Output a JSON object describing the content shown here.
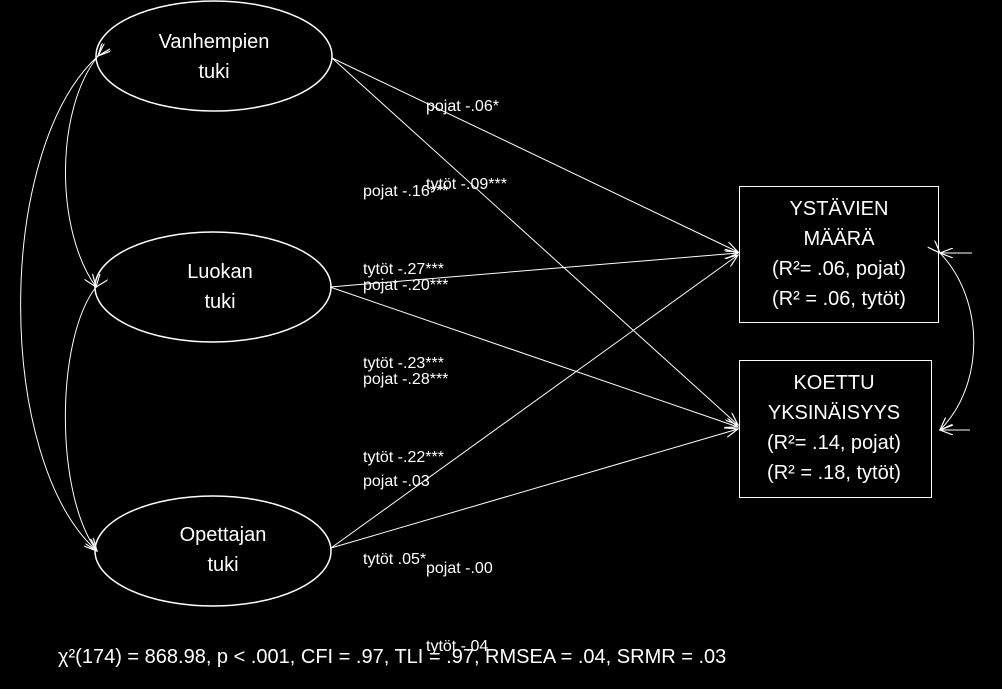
{
  "nodes": {
    "parents": {
      "line1": "Vanhempien",
      "line2": "tuki"
    },
    "class": {
      "line1": "Luokan",
      "line2": "tuki"
    },
    "teacher": {
      "line1": "Opettajan",
      "line2": "tuki"
    },
    "friends": {
      "line1": "YSTÄVIEN",
      "line2": "MÄÄRÄ",
      "line3": "(R²= .06, pojat)",
      "line4": "(R² = .06, tytöt)"
    },
    "loneliness": {
      "line1": "KOETTU",
      "line2": "YKSINÄISYYS",
      "line3": "(R²= .14, pojat)",
      "line4": "(R² = .18, tytöt)"
    }
  },
  "paths": {
    "parents_friends": {
      "boys": "pojat -.06*",
      "girls": "tytöt -.09***"
    },
    "parents_loneliness": {
      "boys": "pojat -.16***",
      "girls": "tytöt -.27***"
    },
    "class_friends": {
      "boys": "pojat -.20***",
      "girls": "tytöt -.23***"
    },
    "class_loneliness": {
      "boys": "pojat -.28***",
      "girls": "tytöt -.22***"
    },
    "teacher_friends": {
      "boys": "pojat -.03",
      "girls": "tytöt .05*"
    },
    "teacher_loneliness": {
      "boys": "pojat -.00",
      "girls": "tytöt -.04"
    }
  },
  "fit_indices": "χ²(174) = 868.98, p < .001, CFI = .97, TLI = .97, RMSEA = .04, SRMR = .03"
}
